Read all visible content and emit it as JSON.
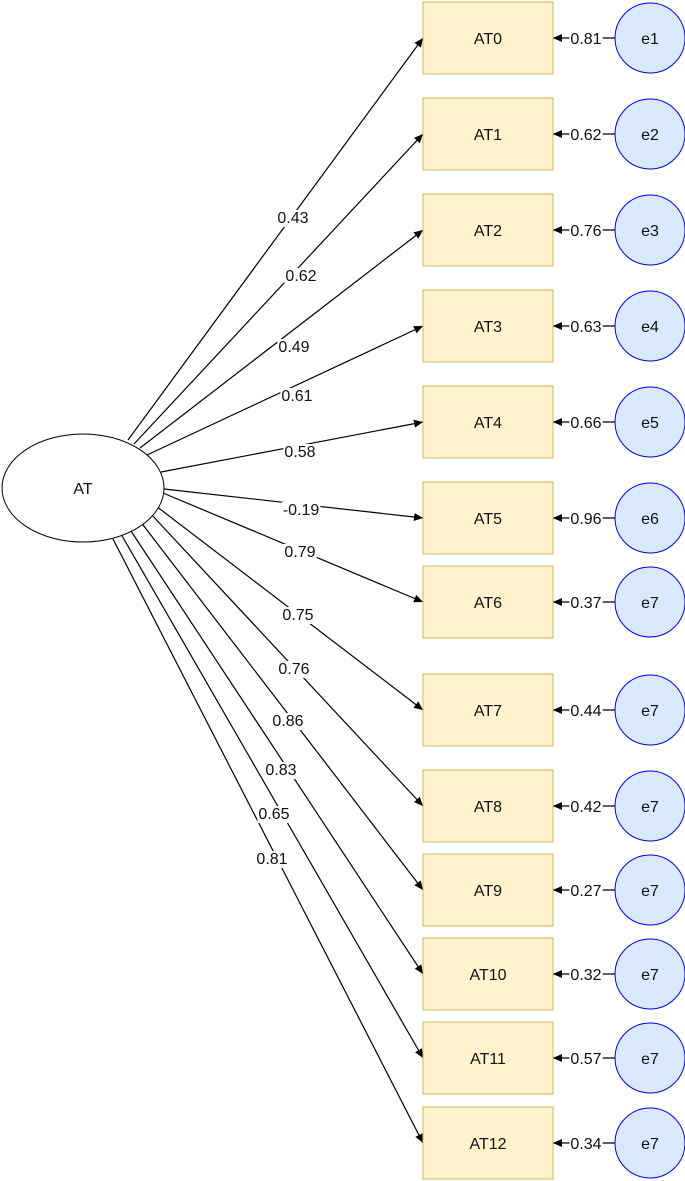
{
  "diagram": {
    "latent": {
      "label": "AT"
    },
    "colors": {
      "indicator_fill": "#fff2cc",
      "indicator_stroke": "#d6b656",
      "error_fill": "#dae8fc",
      "error_stroke": "#0000ee",
      "line": "#000000"
    },
    "indicators": [
      {
        "label": "AT0",
        "loading": "0.43",
        "error_label": "e1",
        "error_value": "0.81"
      },
      {
        "label": "AT1",
        "loading": "0.62",
        "error_label": "e2",
        "error_value": "0.62"
      },
      {
        "label": "AT2",
        "loading": "0.49",
        "error_label": "e3",
        "error_value": "0.76"
      },
      {
        "label": "AT3",
        "loading": "0.61",
        "error_label": "e4",
        "error_value": "0.63"
      },
      {
        "label": "AT4",
        "loading": "0.58",
        "error_label": "e5",
        "error_value": "0.66"
      },
      {
        "label": "AT5",
        "loading": "-0.19",
        "error_label": "e6",
        "error_value": "0.96"
      },
      {
        "label": "AT6",
        "loading": "0.79",
        "error_label": "e7",
        "error_value": "0.37"
      },
      {
        "label": "AT7",
        "loading": "0.75",
        "error_label": "e7",
        "error_value": "0.44"
      },
      {
        "label": "AT8",
        "loading": "0.76",
        "error_label": "e7",
        "error_value": "0.42"
      },
      {
        "label": "AT9",
        "loading": "0.86",
        "error_label": "e7",
        "error_value": "0.27"
      },
      {
        "label": "AT10",
        "loading": "0.83",
        "error_label": "e7",
        "error_value": "0.32"
      },
      {
        "label": "AT11",
        "loading": "0.65",
        "error_label": "e7",
        "error_value": "0.57"
      },
      {
        "label": "AT12",
        "loading": "0.81",
        "error_label": "e7",
        "error_value": "0.34"
      }
    ]
  }
}
